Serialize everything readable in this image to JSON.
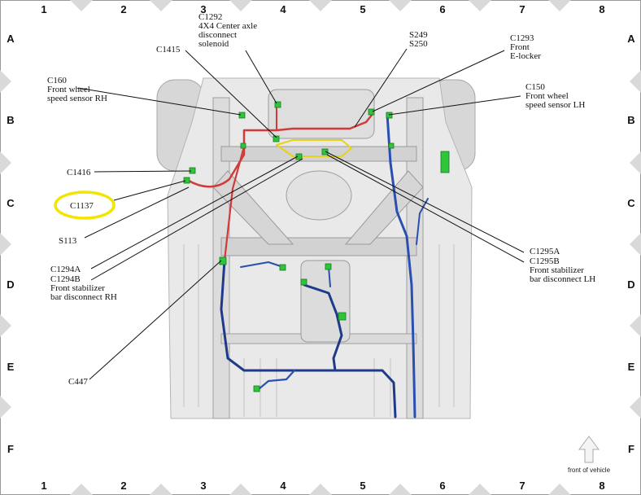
{
  "grid": {
    "columns": [
      "1",
      "2",
      "3",
      "4",
      "5",
      "6",
      "7",
      "8"
    ],
    "rows": [
      "A",
      "B",
      "C",
      "D",
      "E",
      "F"
    ]
  },
  "labels": {
    "c1292": [
      "C1292",
      "4X4 Center axle",
      "disconnect",
      "solenoid"
    ],
    "c1415": [
      "C1415"
    ],
    "s249": [
      "S249",
      "S250"
    ],
    "c1293": [
      "C1293",
      "Front",
      "E-locker"
    ],
    "c160": [
      "C160",
      "Front wheel",
      "speed sensor RH"
    ],
    "c150": [
      "C150",
      "Front wheel",
      "speed sensor LH"
    ],
    "c1416": [
      "C1416"
    ],
    "c1137": [
      "C1137"
    ],
    "s113": [
      "S113"
    ],
    "c1294": [
      "C1294A",
      "C1294B",
      "Front stabilizer",
      "bar disconnect RH"
    ],
    "c1295": [
      "C1295A",
      "C1295B",
      "Front stabilizer",
      "bar disconnect LH"
    ],
    "c447": [
      "C447"
    ]
  },
  "front_note": "front of vehicle",
  "colors": {
    "harness_red": "#d23a3a",
    "harness_blue": "#2a4fb0",
    "harness_yellow": "#e6d21a",
    "connector_green": "#2fc43a",
    "highlight": "#f2e600"
  }
}
